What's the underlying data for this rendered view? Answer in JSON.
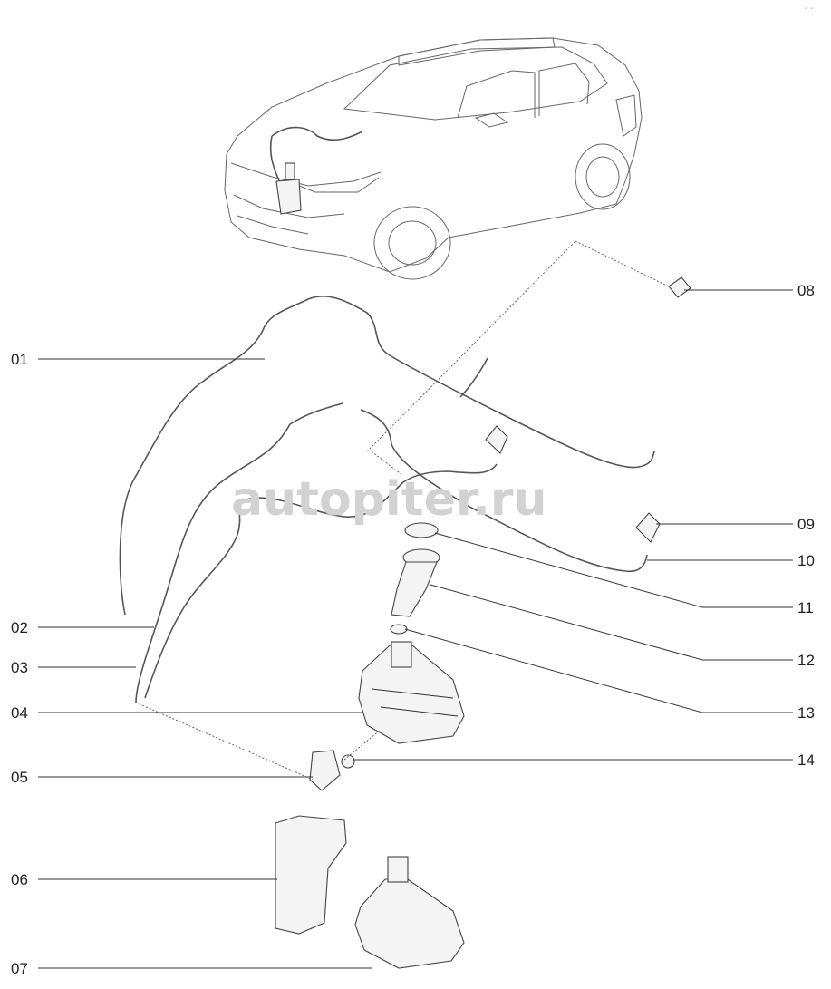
{
  "watermark": "autopiter.ru",
  "corner_mark": "- -",
  "callouts": [
    {
      "id": "01",
      "label": "01"
    },
    {
      "id": "02",
      "label": "02"
    },
    {
      "id": "03",
      "label": "03"
    },
    {
      "id": "04",
      "label": "04"
    },
    {
      "id": "05",
      "label": "05"
    },
    {
      "id": "06",
      "label": "06"
    },
    {
      "id": "07",
      "label": "07"
    },
    {
      "id": "08",
      "label": "08"
    },
    {
      "id": "09",
      "label": "09"
    },
    {
      "id": "10",
      "label": "10"
    },
    {
      "id": "11",
      "label": "11"
    },
    {
      "id": "12",
      "label": "12"
    },
    {
      "id": "13",
      "label": "13"
    },
    {
      "id": "14",
      "label": "14"
    }
  ]
}
